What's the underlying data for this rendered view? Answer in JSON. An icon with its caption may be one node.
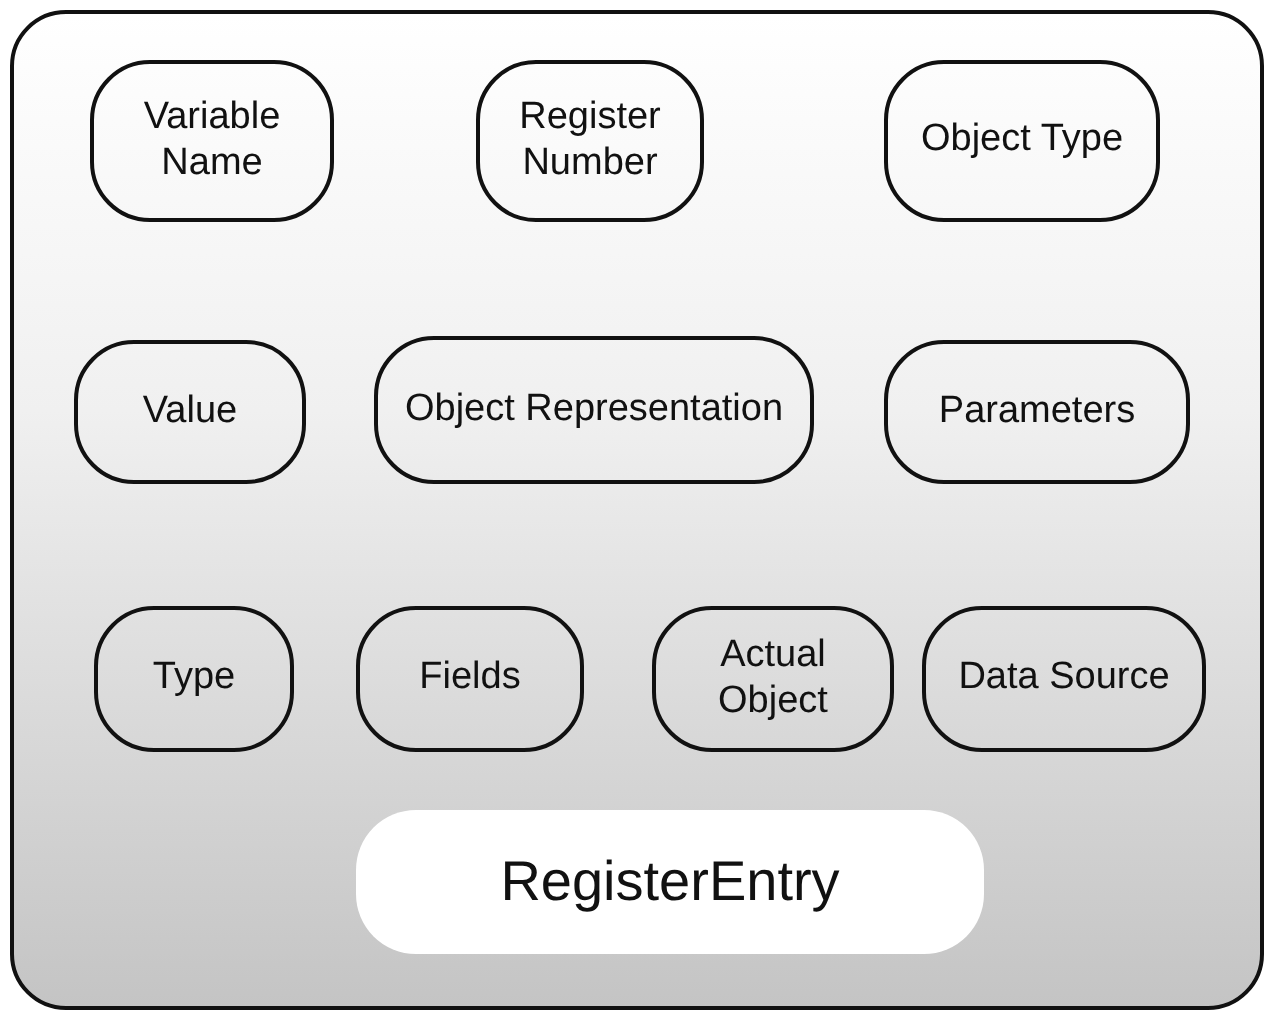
{
  "diagram": {
    "nodes": [
      {
        "text": [],
        "shape": "box"
      },
      {
        "text": [
          "Variable Name"
        ],
        "in": 0
      },
      {
        "text": [
          "Register Number"
        ],
        "in": 0
      },
      {
        "text": [
          "Object Type"
        ],
        "in": 0
      },
      {
        "text": [
          "Value"
        ],
        "in": 0
      },
      {
        "text": [
          "Object Representation"
        ],
        "in": 0
      },
      {
        "text": [
          "Parameters"
        ],
        "in": 0
      },
      {
        "text": [
          "Type"
        ],
        "in": 0
      },
      {
        "text": [
          "Fields"
        ],
        "in": 0
      },
      {
        "text": [
          "Actual Object"
        ],
        "in": 0
      },
      {
        "text": [
          "Data Source"
        ],
        "in": 0
      },
      {
        "text": [
          "RegisterEntry"
        ],
        "in": 0
      }
    ]
  }
}
